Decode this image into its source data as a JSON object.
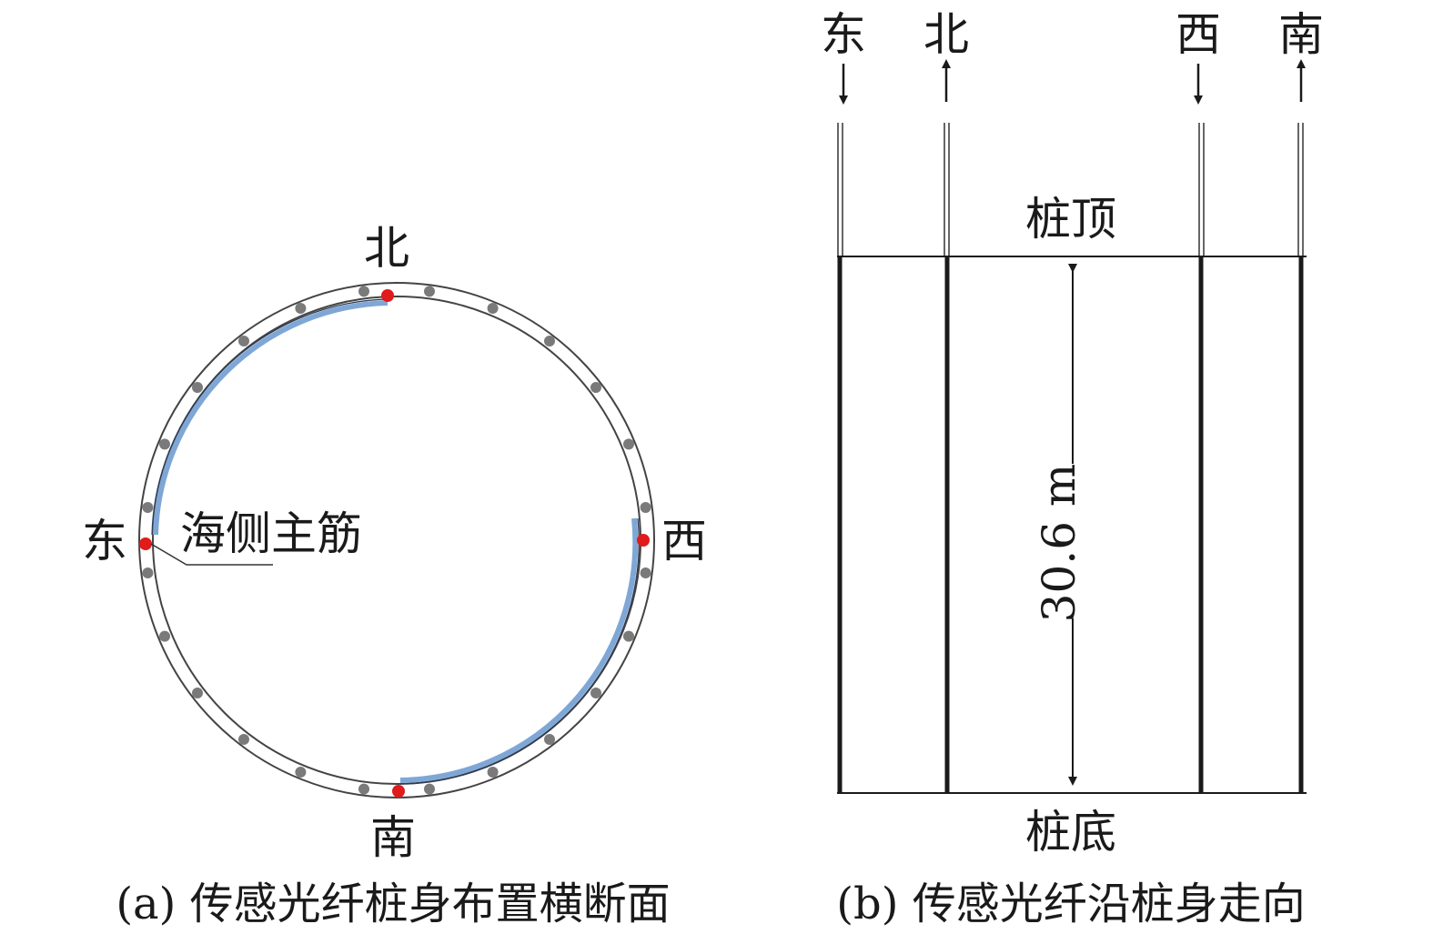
{
  "panel_a": {
    "dir_north": "北",
    "dir_east": "东",
    "dir_west": "西",
    "dir_south": "南",
    "rebar_label": "海侧主筋",
    "caption": "(a) 传感光纤桩身布置横断面",
    "colors": {
      "sensor": "#e01b1b",
      "rebar": "#7a7a7a",
      "fiber": "#7fa7d6"
    }
  },
  "panel_b": {
    "dir_east": "东",
    "dir_north": "北",
    "dir_west": "西",
    "dir_south": "南",
    "pile_top": "桩顶",
    "pile_bottom": "桩底",
    "length": "30.6 m",
    "caption": "(b) 传感光纤沿桩身走向"
  }
}
